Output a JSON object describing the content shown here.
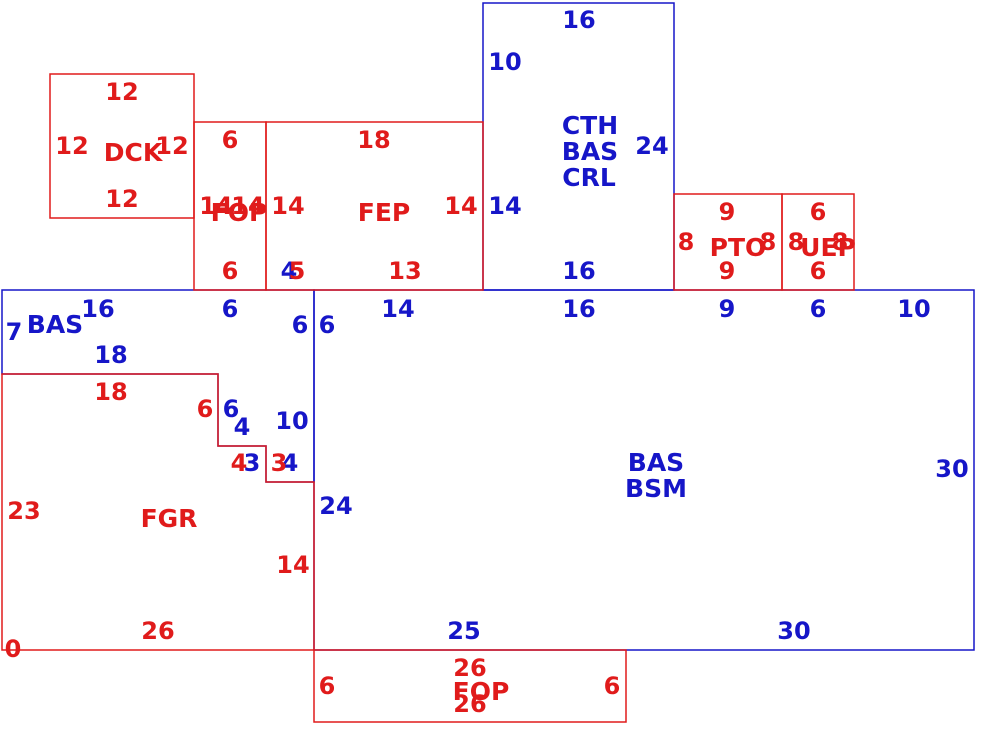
{
  "colors": {
    "red": "#e01b1b",
    "blue": "#1616c8",
    "background": "#ffffff"
  },
  "areas": {
    "dck": "DCK",
    "fop_left": "FOP",
    "fep": "FEP",
    "cth_block": [
      "CTH",
      "BAS",
      "CRL"
    ],
    "pto": "PTO",
    "uep": "UEP",
    "bas_left": "BAS",
    "fgr": "FGR",
    "bas_main": [
      "BAS",
      "BSM"
    ],
    "fop_bottom": "FOP"
  },
  "dims": {
    "dck": {
      "top": "12",
      "left": "12",
      "right": "12",
      "bottom": "12"
    },
    "fop_left": {
      "top": "6",
      "left": "14",
      "right": "14",
      "bottom": "6"
    },
    "fep": {
      "top": "18",
      "left": "14",
      "right": "14",
      "bottom": "13",
      "jog_a": "4",
      "jog_b": "5"
    },
    "cth": {
      "top": "16",
      "inner": "10",
      "right": "24",
      "left": "14",
      "bottom": "16"
    },
    "pto": {
      "top": "9",
      "left": "8",
      "right": "8",
      "bottom": "9"
    },
    "uep": {
      "top": "6",
      "left": "8",
      "right": "8",
      "bottom": "6"
    },
    "bas_left": {
      "top": "16",
      "left": "7",
      "bottom": "18",
      "seg6": "6",
      "right": "6"
    },
    "bas_main": {
      "top_a": "6",
      "top_b": "14",
      "top_c": "16",
      "top_d": "9",
      "top_e": "6",
      "top_f": "10",
      "right": "30",
      "left": "24",
      "bottom_a": "25",
      "bottom_b": "30",
      "step_10": "10",
      "step_6": "6",
      "step_4": "4",
      "step_3": "3",
      "step_4b": "4"
    },
    "fgr": {
      "top": "18",
      "step_6": "6",
      "step_4": "4",
      "step_3": "3",
      "left": "23",
      "right": "14",
      "bottom": "26",
      "origin": "0"
    },
    "fop_bottom": {
      "top": "26",
      "bottom": "26",
      "left": "6",
      "right": "6"
    }
  }
}
